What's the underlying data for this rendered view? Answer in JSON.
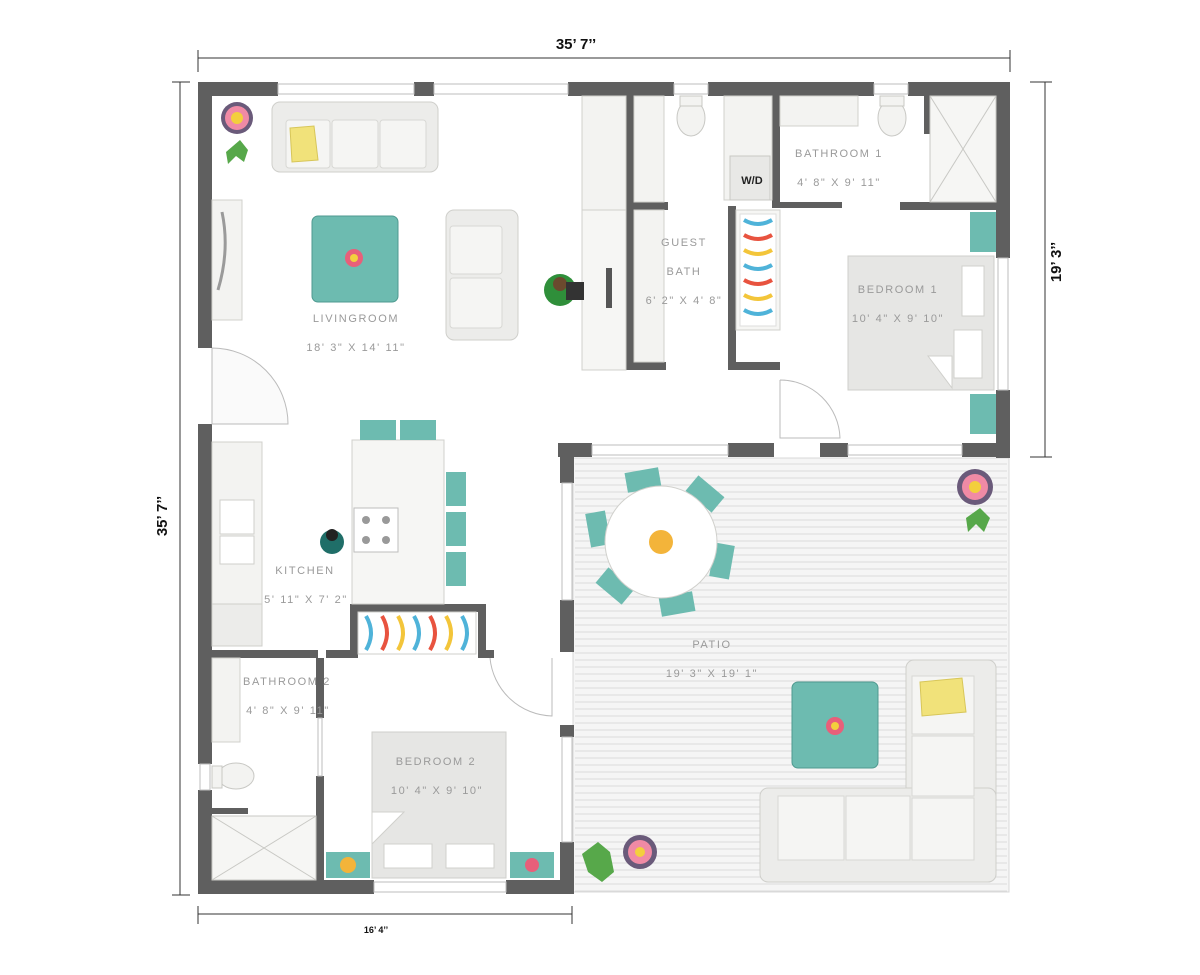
{
  "colors": {
    "wall": "#5f5f5f",
    "floor": "#ffffff",
    "teal": "#6dbbb0",
    "furniture": "#ececea",
    "furniture_edge": "#cfcfcb",
    "deck": "#f4f4f4",
    "label": "#9a9a9a"
  },
  "dimensions": {
    "top": "35’ 7’’",
    "left": "35’ 7’’",
    "right": "19’ 3’’",
    "bottom": "16’ 4’’"
  },
  "rooms": {
    "livingroom": {
      "name": "LIVINGROOM",
      "size": "18' 3\" X 14' 11\""
    },
    "guest_bath": {
      "name_line1": "GUEST",
      "name_line2": "BATH",
      "size": "6' 2\" X 4' 8\""
    },
    "bathroom1": {
      "name": "BATHROOM 1",
      "size": "4' 8\" X 9' 11\""
    },
    "bedroom1": {
      "name": "BEDROOM 1",
      "size": "10' 4\" X 9' 10\""
    },
    "kitchen": {
      "name": "KITCHEN",
      "size": "5' 11\" X 7' 2\""
    },
    "patio": {
      "name": "PATIO",
      "size": "19' 3\" X 19' 1\""
    },
    "bathroom2": {
      "name": "BATHROOM 2",
      "size": "4' 8\" X 9' 11\""
    },
    "bedroom2": {
      "name": "BEDROOM 2",
      "size": "10' 4\" X 9' 10\""
    }
  },
  "fixtures": {
    "washer_dryer": "W/D"
  }
}
